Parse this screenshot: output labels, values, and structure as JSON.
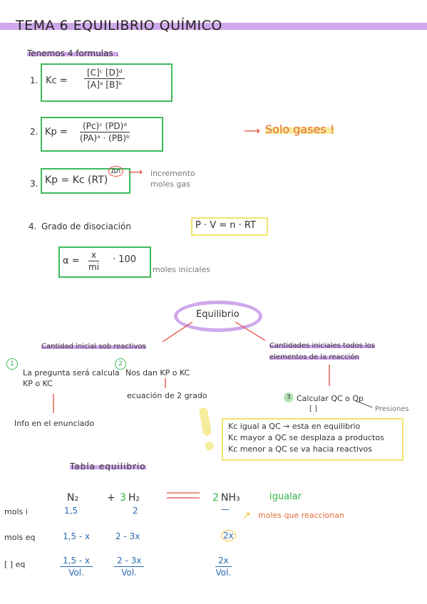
{
  "title": "TEMA 6 EQUILIBRIO QUÍMICO",
  "intro": "Tenemos 4 formulas .",
  "formulas": {
    "f1": {
      "index": "1.",
      "lhs": "Kc =",
      "num": "[C]ᶜ [D]ᵈ",
      "den": "[A]ᵃ [B]ᵇ"
    },
    "f2": {
      "index": "2.",
      "lhs": "Kp =",
      "num": "(Pc)ᶜ (PD)ᵈ",
      "den": "(PA)ᵃ · (PB)ᵇ"
    },
    "f3": {
      "index": "3.",
      "expr": "Kp = Kc (RT)",
      "exp": "Δn",
      "note1": "incremento",
      "note2": "moles gas"
    },
    "f4": {
      "index": "4.",
      "label": "Grado de disociación",
      "ideal_gas": "P · V = n · RT",
      "alpha_lhs": "α =",
      "alpha_num": "x",
      "alpha_den": "mi",
      "alpha_rest": "· 100",
      "alpha_note": "moles iniciales"
    }
  },
  "solo_gases": "Solo gases !",
  "equilibrio": {
    "center": "Equilibrio",
    "left_branch": "Cantidad inicial sob reactivos",
    "right_branch_1": "Cantidades iniciales todos los",
    "right_branch_2": "elementos de la reacción",
    "step1_num": "1",
    "step1_text_1": "La pregunta será calcula",
    "step1_text_2": "KP o KC",
    "step2_num": "2",
    "step2_text": "Nos dan KP o KC",
    "step2_result": "ecuación de 2 grado",
    "step1_result": "Info en el enunciado",
    "step3_num": "3",
    "step3_text": "Calcular QC o Qp",
    "step3_sub1": "[ ]",
    "step3_sub2": "Presiones",
    "rules": [
      "Kc igual a QC → esta en equilibrio",
      "Kc mayor a QC se desplaza a productos",
      "Kc menor a QC se va hacia reactivos"
    ]
  },
  "tabla": {
    "title": "Tabla equilibrio",
    "reaction": {
      "r1": "N₂",
      "plus": "+",
      "coef2": "3",
      "r2": "H₂",
      "coef3": "2",
      "p1": "NH₃",
      "note": "igualar"
    },
    "rows": {
      "moles_i": {
        "label": "mols i",
        "c1": "1,5",
        "c2": "2",
        "c3": "—"
      },
      "moles_eq": {
        "label": "mols eq",
        "c1": "1,5 - x",
        "c2": "2 - 3x",
        "c3": "2x"
      },
      "conc_eq": {
        "label": "[ ] eq",
        "c1": "1,5 - x",
        "c2": "2 - 3x",
        "c3": "2x",
        "den": "Vol."
      }
    },
    "reaccionan_note": "moles que reaccionan"
  },
  "colors": {
    "purple": "#cfa8ec",
    "green": "#3fba5a",
    "yellow": "#f3e36b",
    "red": "#e04a3b",
    "blue": "#2b6ab0"
  }
}
